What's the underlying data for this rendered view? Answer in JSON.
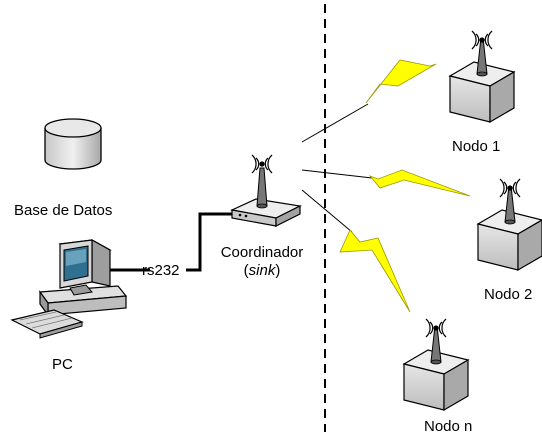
{
  "nodes": {
    "database_label": "Base de Datos",
    "pc_label": "PC",
    "link_label": "rs232",
    "coordinator_label": "Coordinador",
    "coordinator_sub": "sink",
    "node1_label": "Nodo 1",
    "node2_label": "Nodo 2",
    "noden_label": "Nodo n"
  },
  "colors": {
    "lightning": "#ffff00",
    "device_fill": "#d0d0d0",
    "divider": "#000000"
  },
  "icons": [
    "database-icon",
    "pc-icon",
    "coordinator-router-icon",
    "wireless-node-icon",
    "lightning-icon",
    "antenna-signal-icon"
  ]
}
